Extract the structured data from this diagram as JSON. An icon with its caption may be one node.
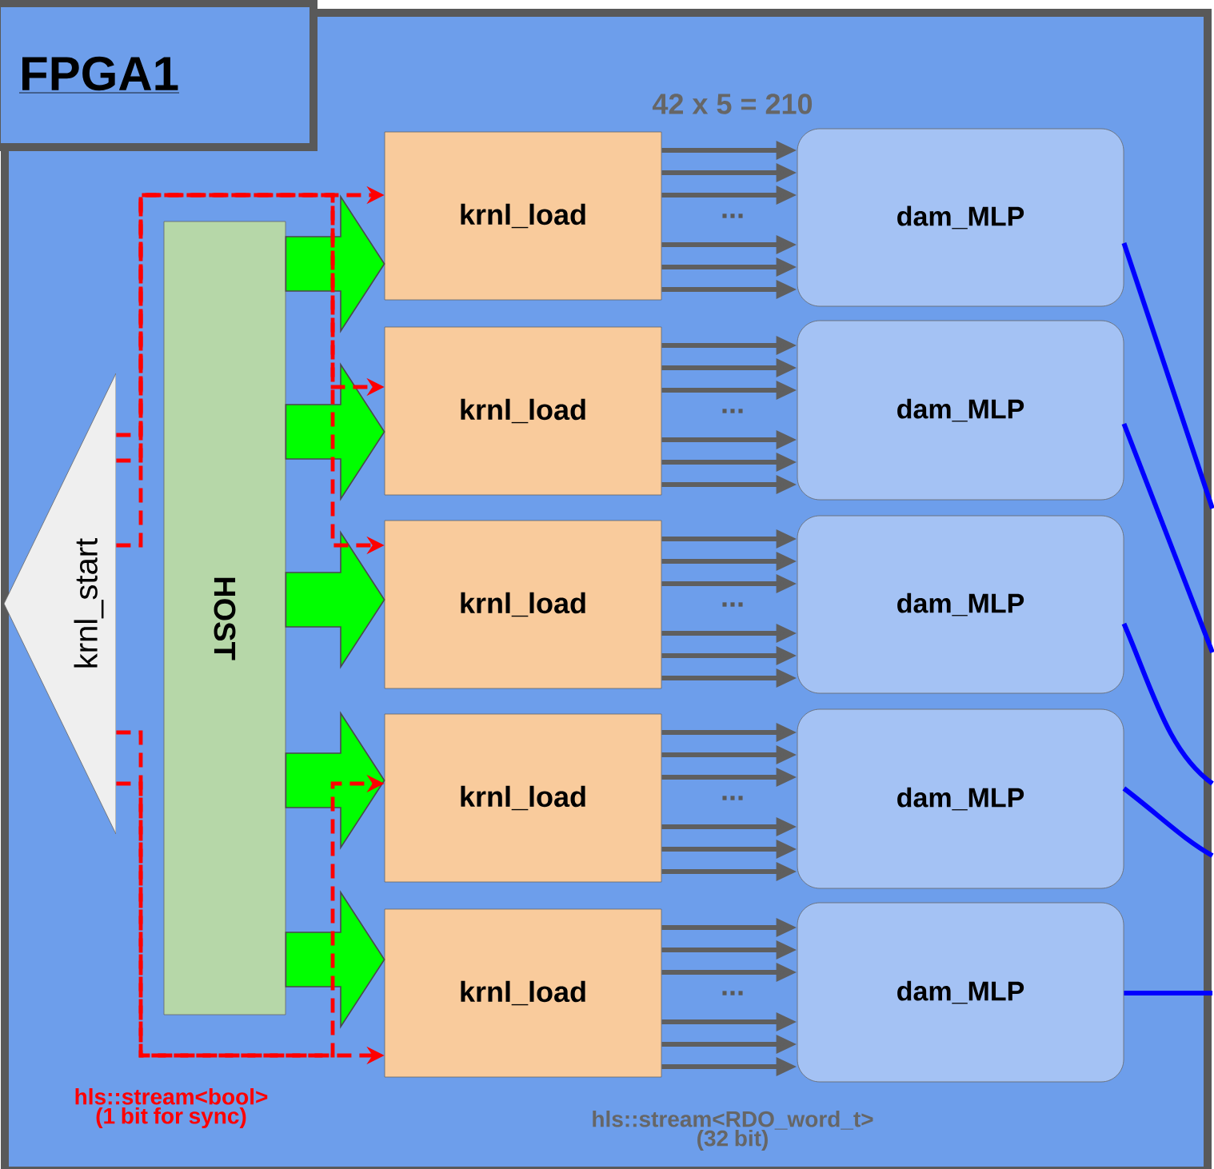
{
  "diagram": {
    "nodes": [
      {
        "text": [
          "FPGA1"
        ]
      },
      {
        "text": [
          "krnl_start"
        ],
        "in": 0
      },
      {
        "text": [
          "HOST"
        ],
        "in": 0
      },
      {
        "text": [
          "krnl_load"
        ],
        "in": 0
      },
      {
        "text": [
          "krnl_load"
        ],
        "in": 0
      },
      {
        "text": [
          "krnl_load"
        ],
        "in": 0
      },
      {
        "text": [
          "krnl_load"
        ],
        "in": 0
      },
      {
        "text": [
          "krnl_load"
        ],
        "in": 0
      },
      {
        "text": [
          "dam_MLP"
        ],
        "in": 0
      },
      {
        "text": [
          "dam_MLP"
        ],
        "in": 0
      },
      {
        "text": [
          "dam_MLP"
        ],
        "in": 0
      },
      {
        "text": [
          "dam_MLP"
        ],
        "in": 0
      },
      {
        "text": [
          "dam_MLP"
        ],
        "in": 0
      }
    ],
    "edges": [
      {
        "from": 2,
        "to": 3,
        "arrow": "to",
        "style": "thick",
        "color": "#00ff00"
      },
      {
        "from": 2,
        "to": 4,
        "arrow": "to",
        "style": "thick",
        "color": "#00ff00"
      },
      {
        "from": 2,
        "to": 5,
        "arrow": "to",
        "style": "thick",
        "color": "#00ff00"
      },
      {
        "from": 2,
        "to": 6,
        "arrow": "to",
        "style": "thick",
        "color": "#00ff00"
      },
      {
        "from": 2,
        "to": 7,
        "arrow": "to",
        "style": "thick",
        "color": "#00ff00"
      },
      {
        "from": 1,
        "to": 3,
        "arrow": "to",
        "style": "dashed",
        "color": "#ff0000"
      },
      {
        "from": 1,
        "to": 4,
        "arrow": "to",
        "style": "dashed",
        "color": "#ff0000"
      },
      {
        "from": 1,
        "to": 5,
        "arrow": "to",
        "style": "dashed",
        "color": "#ff0000"
      },
      {
        "from": 1,
        "to": 6,
        "arrow": "to",
        "style": "dashed",
        "color": "#ff0000"
      },
      {
        "from": 1,
        "to": 7,
        "arrow": "to",
        "style": "dashed",
        "color": "#ff0000"
      },
      {
        "from": 3,
        "to": 8,
        "arrow": "to"
      },
      {
        "from": 3,
        "to": 8,
        "arrow": "to"
      },
      {
        "from": 3,
        "to": 8,
        "arrow": "to"
      },
      {
        "from": 3,
        "to": 8,
        "arrow": "to"
      },
      {
        "from": 3,
        "to": 8,
        "arrow": "to"
      },
      {
        "from": 3,
        "to": 8,
        "arrow": "to"
      },
      {
        "from": 4,
        "to": 9,
        "arrow": "to"
      },
      {
        "from": 4,
        "to": 9,
        "arrow": "to"
      },
      {
        "from": 4,
        "to": 9,
        "arrow": "to"
      },
      {
        "from": 4,
        "to": 9,
        "arrow": "to"
      },
      {
        "from": 4,
        "to": 9,
        "arrow": "to"
      },
      {
        "from": 4,
        "to": 9,
        "arrow": "to"
      },
      {
        "from": 5,
        "to": 10,
        "arrow": "to"
      },
      {
        "from": 5,
        "to": 10,
        "arrow": "to"
      },
      {
        "from": 5,
        "to": 10,
        "arrow": "to"
      },
      {
        "from": 5,
        "to": 10,
        "arrow": "to"
      },
      {
        "from": 5,
        "to": 10,
        "arrow": "to"
      },
      {
        "from": 5,
        "to": 10,
        "arrow": "to"
      },
      {
        "from": 6,
        "to": 11,
        "arrow": "to"
      },
      {
        "from": 6,
        "to": 11,
        "arrow": "to"
      },
      {
        "from": 6,
        "to": 11,
        "arrow": "to"
      },
      {
        "from": 6,
        "to": 11,
        "arrow": "to"
      },
      {
        "from": 6,
        "to": 11,
        "arrow": "to"
      },
      {
        "from": 6,
        "to": 11,
        "arrow": "to"
      },
      {
        "from": 7,
        "to": 12,
        "arrow": "to"
      },
      {
        "from": 7,
        "to": 12,
        "arrow": "to"
      },
      {
        "from": 7,
        "to": 12,
        "arrow": "to"
      },
      {
        "from": 7,
        "to": 12,
        "arrow": "to"
      },
      {
        "from": 7,
        "to": 12,
        "arrow": "to"
      },
      {
        "from": 7,
        "to": 12,
        "arrow": "to"
      },
      {
        "from": 8,
        "to": null,
        "arrow": "none",
        "color": "#0000ff"
      },
      {
        "from": 9,
        "to": null,
        "arrow": "none",
        "color": "#0000ff"
      },
      {
        "from": 10,
        "to": null,
        "arrow": "none",
        "color": "#0000ff"
      },
      {
        "from": 11,
        "to": null,
        "arrow": "none",
        "color": "#0000ff"
      },
      {
        "from": 12,
        "to": null,
        "arrow": "none",
        "color": "#0000ff"
      }
    ],
    "labels": [
      "42 x 5 = 210",
      "hls::stream<bool> (1 bit for sync)",
      "hls::stream<RDO_word_t> (32 bit)",
      "...",
      "...",
      "...",
      "...",
      "..."
    ]
  }
}
